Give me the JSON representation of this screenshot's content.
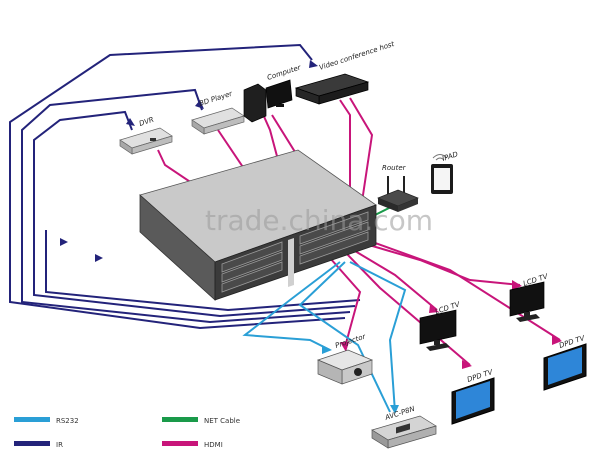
{
  "watermark": "trade.china.com",
  "devices": {
    "dvr": "DVR",
    "bd_player": "BD Player",
    "computer": "Computer",
    "video_conference_host": "Video conference host",
    "router": "Router",
    "ipad": "IPAD",
    "lcd_tv_1": "LCD TV",
    "lcd_tv_2": "LCD TV",
    "dpd_tv_1": "DPD TV",
    "dpd_tv_2": "DPD TV",
    "projector": "Projector",
    "avc_p8n": "AVC-P8N"
  },
  "legend": [
    {
      "label": "RS232",
      "color": "#2a9fd6"
    },
    {
      "label": "NET Cable",
      "color": "#1a9a4a"
    },
    {
      "label": "IR",
      "color": "#23237a"
    },
    {
      "label": "HDMI",
      "color": "#c8157a"
    }
  ],
  "colors": {
    "hdmi": "#c8157a",
    "ir": "#23237a",
    "rs232": "#2a9fd6",
    "net": "#1a9a4a",
    "device_dark": "#2b2b2b",
    "device_light": "#d9d9d9",
    "screen": "#2e86d8"
  }
}
